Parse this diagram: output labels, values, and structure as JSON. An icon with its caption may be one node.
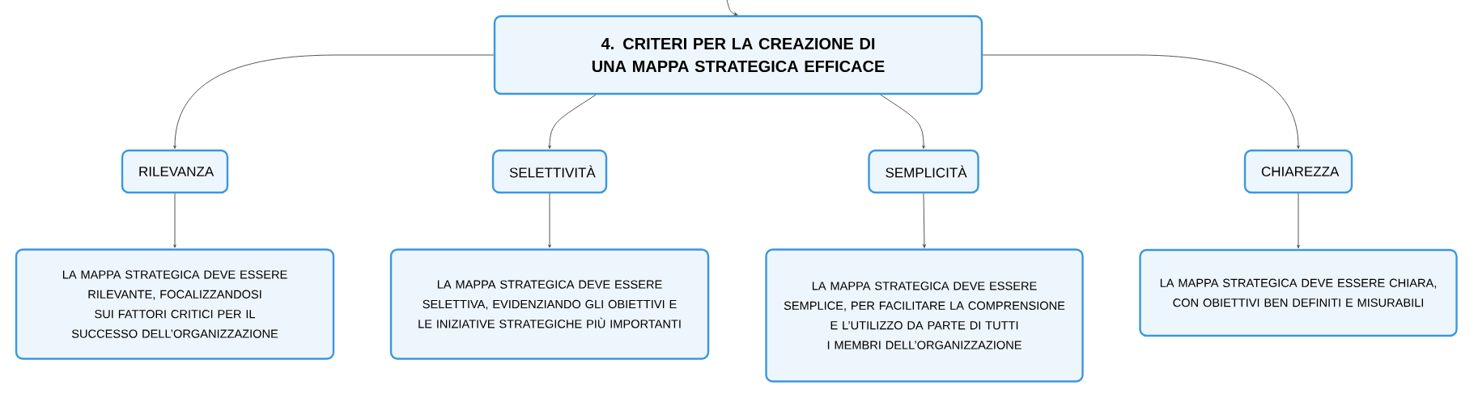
{
  "diagram": {
    "nodes": [
      {
        "text": [
          "4. CRITERI PER LA CREAZIONE DI UNA MAPPA STRATEGICA EFFICACE"
        ]
      },
      {
        "text": [
          "RILEVANZA"
        ]
      },
      {
        "text": [
          "SELETTIVITÀ"
        ]
      },
      {
        "text": [
          "SEMPLICITÀ"
        ]
      },
      {
        "text": [
          "CHIAREZZA"
        ]
      },
      {
        "text": [
          "LA MAPPA STRATEGICA DEVE ESSERE RILEVANTE, FOCALIZZANDOSI SUI FATTORI CRITICI PER IL SUCCESSO DELL’ORGANIZZAZIONE"
        ]
      },
      {
        "text": [
          "LA MAPPA STRATEGICA DEVE ESSERE SELETTIVA, EVIDENZIANDO GLI OBIETTIVI E LE INIZIATIVE STRATEGICHE PIÙ IMPORTANTI"
        ]
      },
      {
        "text": [
          "LA MAPPA STRATEGICA DEVE ESSERE SEMPLICE, PER FACILITARE LA COMPRENSIONE E L’UTILIZZO DA PARTE DI TUTTI I MEMBRI DELL’ORGANIZZAZIONE"
        ]
      },
      {
        "text": [
          "LA MAPPA STRATEGICA DEVE ESSERE CHIARA, CON OBIETTIVI BEN DEFINITI E MISURABILI"
        ]
      }
    ],
    "edges": [
      {
        "from": null,
        "to": 0,
        "arrow": "to"
      },
      {
        "from": 0,
        "to": 1,
        "arrow": "to"
      },
      {
        "from": 0,
        "to": 2,
        "arrow": "to"
      },
      {
        "from": 0,
        "to": 3,
        "arrow": "to"
      },
      {
        "from": 0,
        "to": 4,
        "arrow": "to"
      },
      {
        "from": 1,
        "to": 5,
        "arrow": "to"
      },
      {
        "from": 2,
        "to": 6,
        "arrow": "to"
      },
      {
        "from": 3,
        "to": 7,
        "arrow": "to"
      },
      {
        "from": 4,
        "to": 8,
        "arrow": "to"
      }
    ]
  }
}
